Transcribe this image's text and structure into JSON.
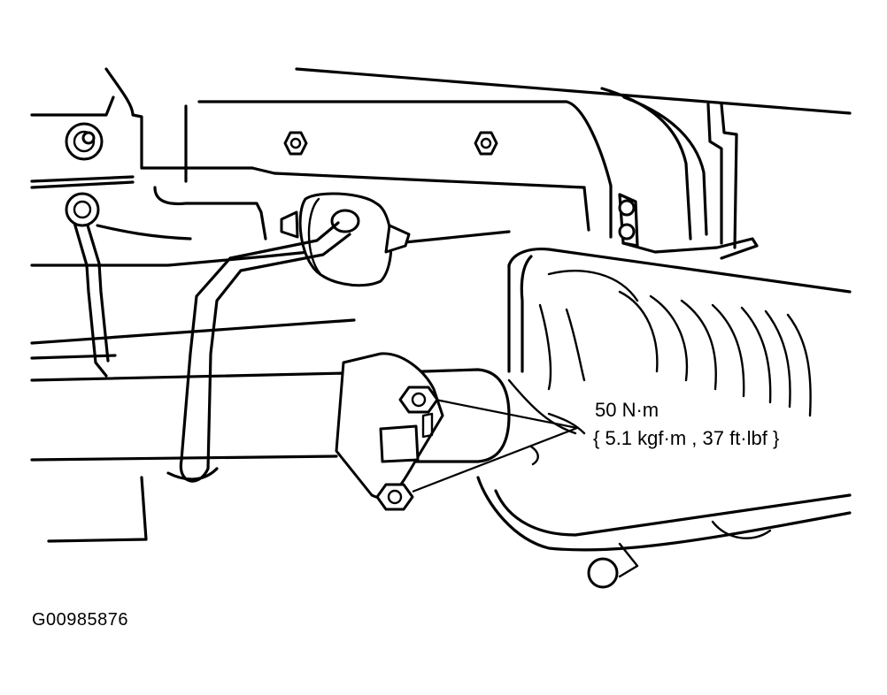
{
  "callouts": {
    "torque_nm": "50 N·m",
    "torque_alt": "{ 5.1 kgf·m , 37 ft·lbf }"
  },
  "figure": {
    "id": "G00985876"
  }
}
